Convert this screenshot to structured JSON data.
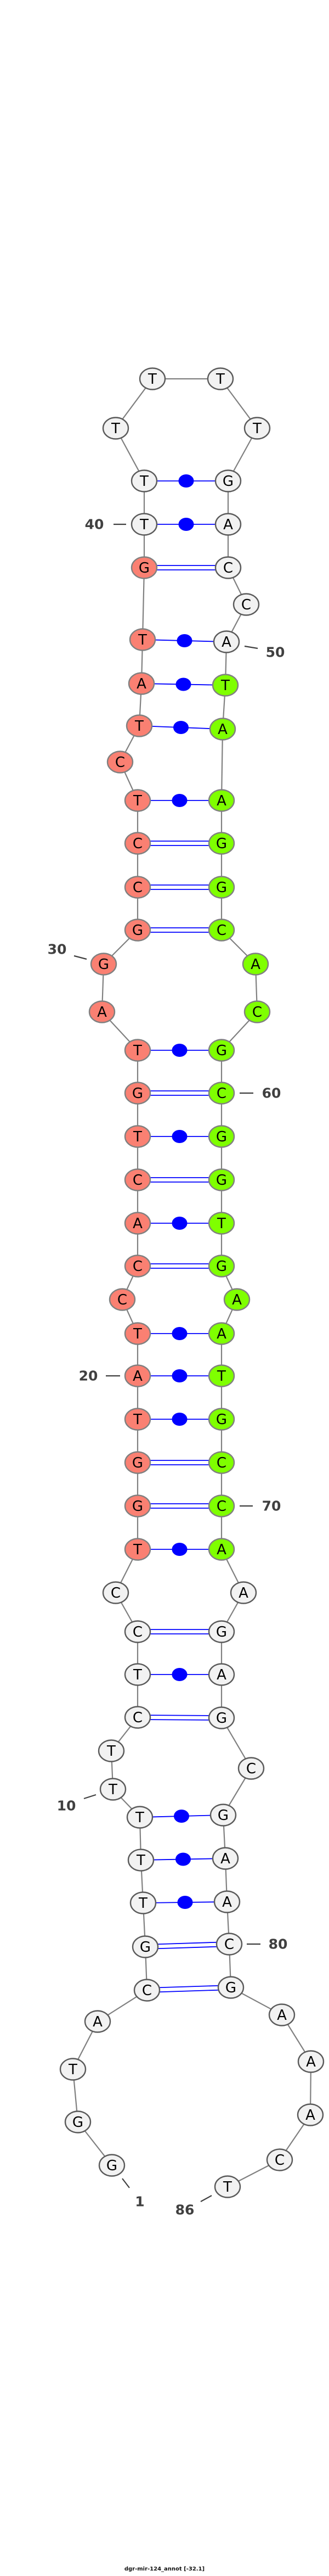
{
  "title": "dgr-mir-124_annot [-32.1]",
  "residues": [
    "G",
    "G",
    "T",
    "A",
    "C",
    "G",
    "T",
    "T",
    "T",
    "T",
    "T",
    "C",
    "T",
    "C",
    "C",
    "T",
    "G",
    "G",
    "T",
    "A",
    "T",
    "C",
    "C",
    "A",
    "C",
    "T",
    "G",
    "T",
    "A",
    "G",
    "G",
    "C",
    "C",
    "T",
    "C",
    "T",
    "A",
    "T",
    "G",
    "T",
    "T",
    "T",
    "T",
    "T",
    "T",
    "G",
    "A",
    "C",
    "C",
    "A",
    "T",
    "A",
    "A",
    "G",
    "G",
    "C",
    "A",
    "C",
    "G",
    "C",
    "G",
    "G",
    "T",
    "G",
    "A",
    "A",
    "T",
    "G",
    "C",
    "C",
    "A",
    "A",
    "G",
    "A",
    "G",
    "C",
    "G",
    "A",
    "A",
    "C",
    "G",
    "A",
    "A",
    "A",
    "C",
    "T"
  ],
  "pairs": [
    [
      9,
      77
    ],
    [
      8,
      78
    ],
    [
      7,
      79
    ],
    [
      6,
      80
    ],
    [
      5,
      81
    ],
    [
      14,
      73
    ],
    [
      13,
      74
    ],
    [
      12,
      75
    ],
    [
      21,
      66
    ],
    [
      20,
      67
    ],
    [
      19,
      68
    ],
    [
      18,
      69
    ],
    [
      17,
      70
    ],
    [
      16,
      71
    ],
    [
      28,
      59
    ],
    [
      27,
      60
    ],
    [
      26,
      61
    ],
    [
      25,
      62
    ],
    [
      24,
      63
    ],
    [
      23,
      64
    ],
    [
      34,
      53
    ],
    [
      33,
      54
    ],
    [
      32,
      55
    ],
    [
      31,
      56
    ],
    [
      38,
      50
    ],
    [
      37,
      51
    ],
    [
      36,
      52
    ],
    [
      41,
      46
    ],
    [
      40,
      47
    ],
    [
      39,
      48
    ]
  ],
  "highlight_regions": [
    {
      "name": "5p-arm",
      "start": 16,
      "end": 39,
      "color": "#fa8072"
    },
    {
      "name": "3p-arm",
      "start": 51,
      "end": 71,
      "color": "#7fff00"
    }
  ],
  "colors": {
    "default_fill": "#f2f2f2",
    "node_stroke": "#5a5a5a",
    "backbone": "#808080",
    "pair": "#0000ff",
    "label": "#404040"
  },
  "position_labels": [
    {
      "index": 1,
      "text": "1"
    },
    {
      "index": 10,
      "text": "10"
    },
    {
      "index": 20,
      "text": "20"
    },
    {
      "index": 30,
      "text": "30"
    },
    {
      "index": 40,
      "text": "40"
    },
    {
      "index": 50,
      "text": "50"
    },
    {
      "index": 60,
      "text": "60"
    },
    {
      "index": 70,
      "text": "70"
    },
    {
      "index": 80,
      "text": "80"
    },
    {
      "index": 86,
      "text": "86"
    }
  ]
}
